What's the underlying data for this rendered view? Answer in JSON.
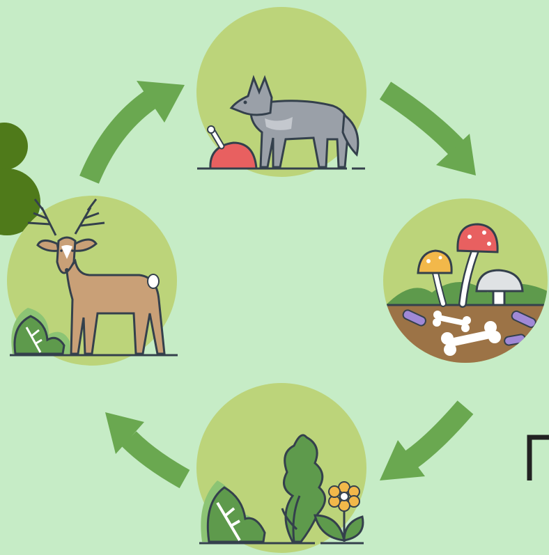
{
  "colors": {
    "background": "#c6ecc6",
    "circle": "#bcd47a",
    "arrow": "#6aa850",
    "outline": "#34404c",
    "wolf": "#9aa0a8",
    "wolf_light": "#c4c8ce",
    "deer": "#c9a077",
    "soil": "#9c7346",
    "bone": "#ffffff",
    "leaf": "#5e9a4c",
    "leaf_light": "#8cc474",
    "tree_dark": "#4f7a1a",
    "mushroom_red": "#e86060",
    "mushroom_yellow": "#f2b84a",
    "mushroom_white": "#dfe2e4",
    "worm": "#a089d6",
    "flower": "#f2b84a"
  },
  "diagram": {
    "type": "cycle",
    "stages": [
      {
        "id": "predator",
        "icon": "wolf-icon"
      },
      {
        "id": "decomposers",
        "icon": "mushroom-soil-icon"
      },
      {
        "id": "plants",
        "icon": "plants-icon"
      },
      {
        "id": "herbivore",
        "icon": "deer-icon"
      }
    ],
    "arrows": [
      {
        "from": "herbivore",
        "to": "predator"
      },
      {
        "from": "predator",
        "to": "decomposers"
      },
      {
        "from": "decomposers",
        "to": "plants"
      },
      {
        "from": "plants",
        "to": "herbivore"
      }
    ]
  }
}
